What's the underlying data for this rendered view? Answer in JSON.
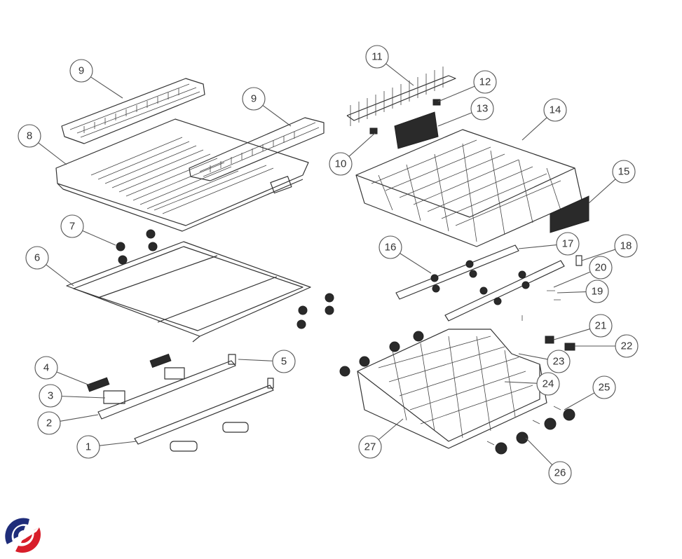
{
  "diagram": {
    "title": "Dishwasher rack exploded parts view",
    "callouts": [
      "9",
      "9",
      "8",
      "11",
      "12",
      "13",
      "14",
      "15",
      "10",
      "7",
      "6",
      "16",
      "17",
      "18",
      "20",
      "19",
      "4",
      "3",
      "5",
      "2",
      "1",
      "21",
      "22",
      "23",
      "24",
      "25",
      "27",
      "26"
    ]
  },
  "logo": {
    "name": "brand-logo",
    "colors": [
      "#1f2d7a",
      "#d81e2a"
    ]
  }
}
